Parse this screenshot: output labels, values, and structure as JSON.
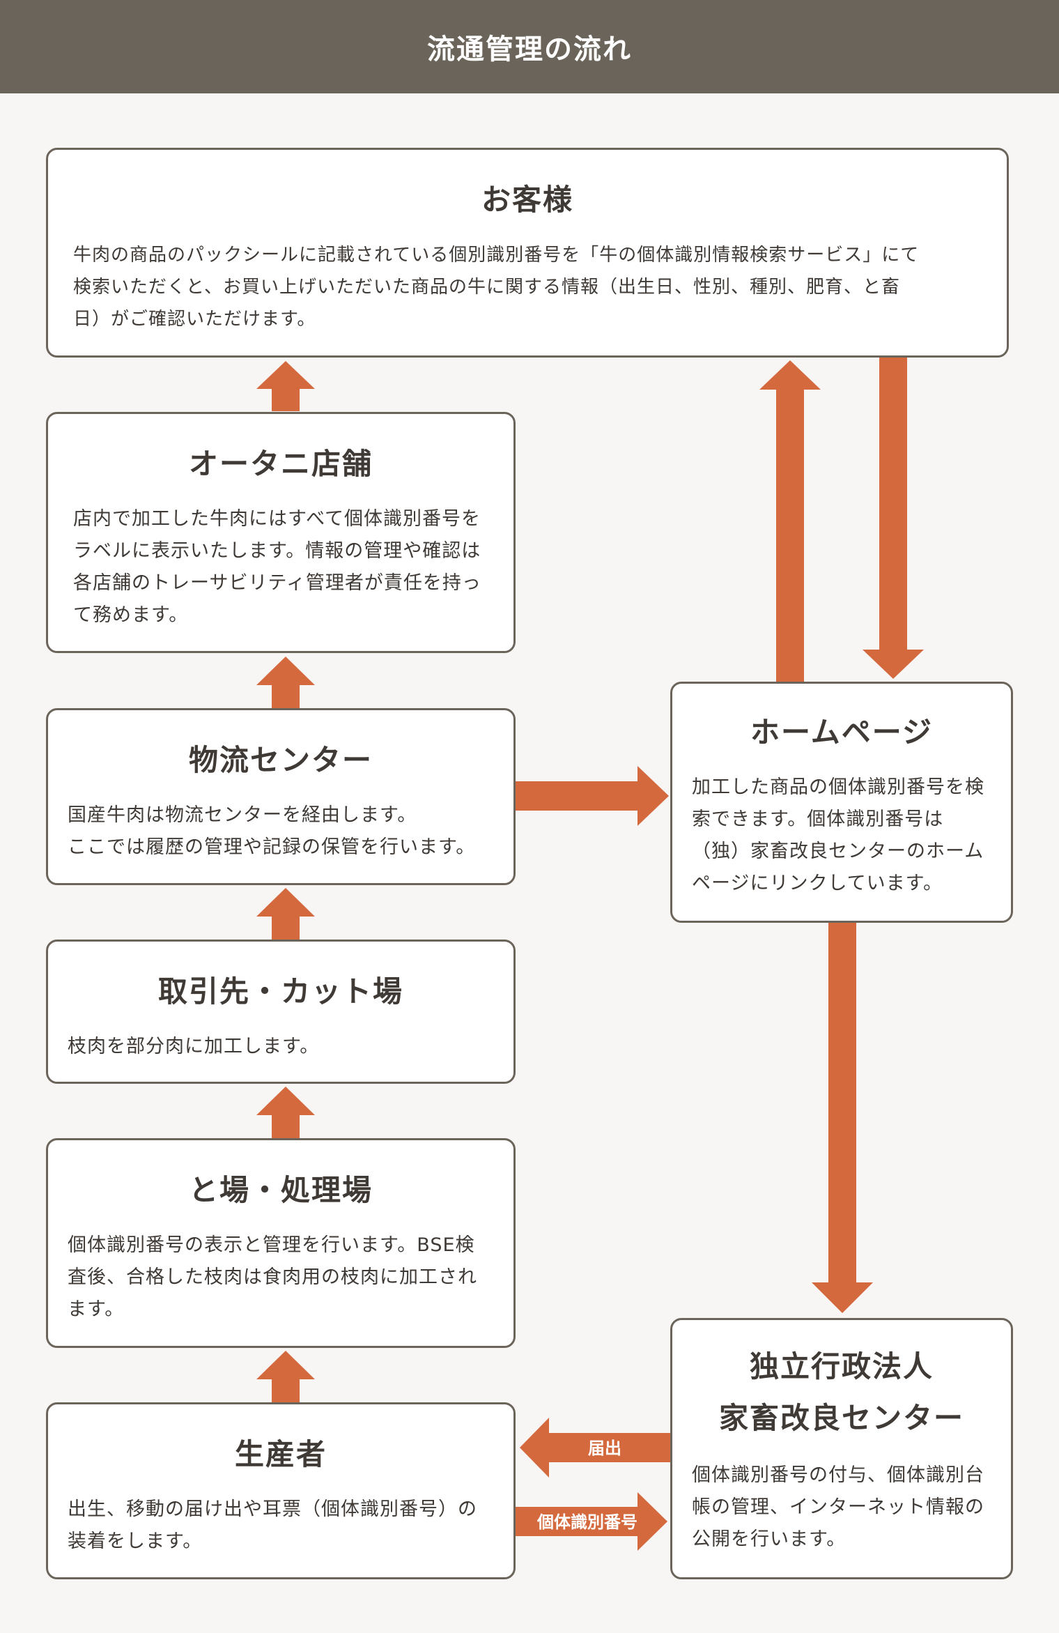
{
  "header": {
    "title": "流通管理の流れ"
  },
  "customer": {
    "title": "お客様",
    "body": [
      "牛肉の商品のパックシールに記載されている個別識別番号を「牛の個体識別情報検索サービス」にて",
      "検索いただくと、お買い上げいただいた商品の牛に関する情報（出生日、性別、種別、肥育、と畜",
      "日）がご確認いただけます。"
    ]
  },
  "store": {
    "title": "オータニ店舗",
    "body": [
      "店内で加工した牛肉にはすべて個体識別番号を",
      "ラベルに表示いたします。情報の管理や確認は",
      "各店舗のトレーサビリティ管理者が責任を持っ",
      "て務めます。"
    ]
  },
  "logistics": {
    "title": "物流センター",
    "body": [
      "国産牛肉は物流センターを経由します。",
      "ここでは履歴の管理や記録の保管を行います。"
    ]
  },
  "cutting": {
    "title": "取引先・カット場",
    "body": [
      "枝肉を部分肉に加工します。"
    ]
  },
  "slaughter": {
    "title": "と場・処理場",
    "body": [
      "個体識別番号の表示と管理を行います。BSE検",
      "査後、合格した枝肉は食肉用の枝肉に加工され",
      "ます。"
    ]
  },
  "producer": {
    "title": "生産者",
    "body": [
      "出生、移動の届け出や耳票（個体識別番号）の",
      "装着をします。"
    ]
  },
  "homepage": {
    "title": "ホームページ",
    "body": [
      "加工した商品の個体識別番号を検",
      "索できます。個体識別番号は",
      "（独）家畜改良センターのホーム",
      "ページにリンクしています。"
    ]
  },
  "center": {
    "title_lines": [
      "独立行政法人",
      "家畜改良センター"
    ],
    "body": [
      "個体識別番号の付与、個体識別台",
      "帳の管理、インターネット情報の",
      "公開を行います。"
    ]
  },
  "arrow_labels": {
    "notify": "届出",
    "id_number": "個体識別番号"
  },
  "colors": {
    "header_bg": "#6b645a",
    "arrow": "#d4693e",
    "border": "#6b645a"
  }
}
